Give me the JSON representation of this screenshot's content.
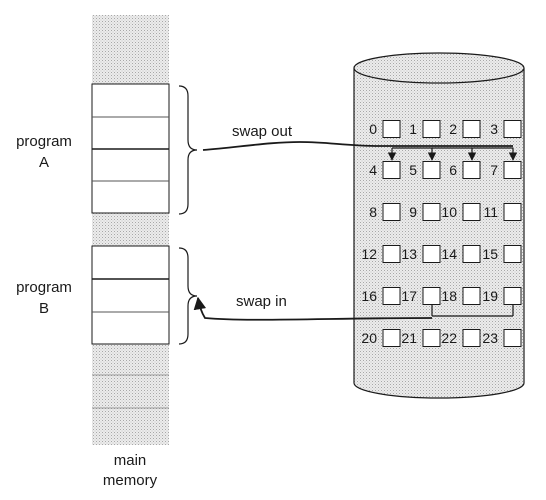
{
  "program_a": {
    "line1": "program",
    "line2": "A"
  },
  "program_b": {
    "line1": "program",
    "line2": "B"
  },
  "memory_label": {
    "line1": "main",
    "line2": "memory"
  },
  "swap_out": "swap out",
  "swap_in": "swap in",
  "blocks": [
    "0",
    "1",
    "2",
    "3",
    "4",
    "5",
    "6",
    "7",
    "8",
    "9",
    "10",
    "11",
    "12",
    "13",
    "14",
    "15",
    "16",
    "17",
    "18",
    "19",
    "20",
    "21",
    "22",
    "23"
  ],
  "colors": {
    "stroke": "#1a1a1a",
    "shade": "#d9d9d9"
  }
}
